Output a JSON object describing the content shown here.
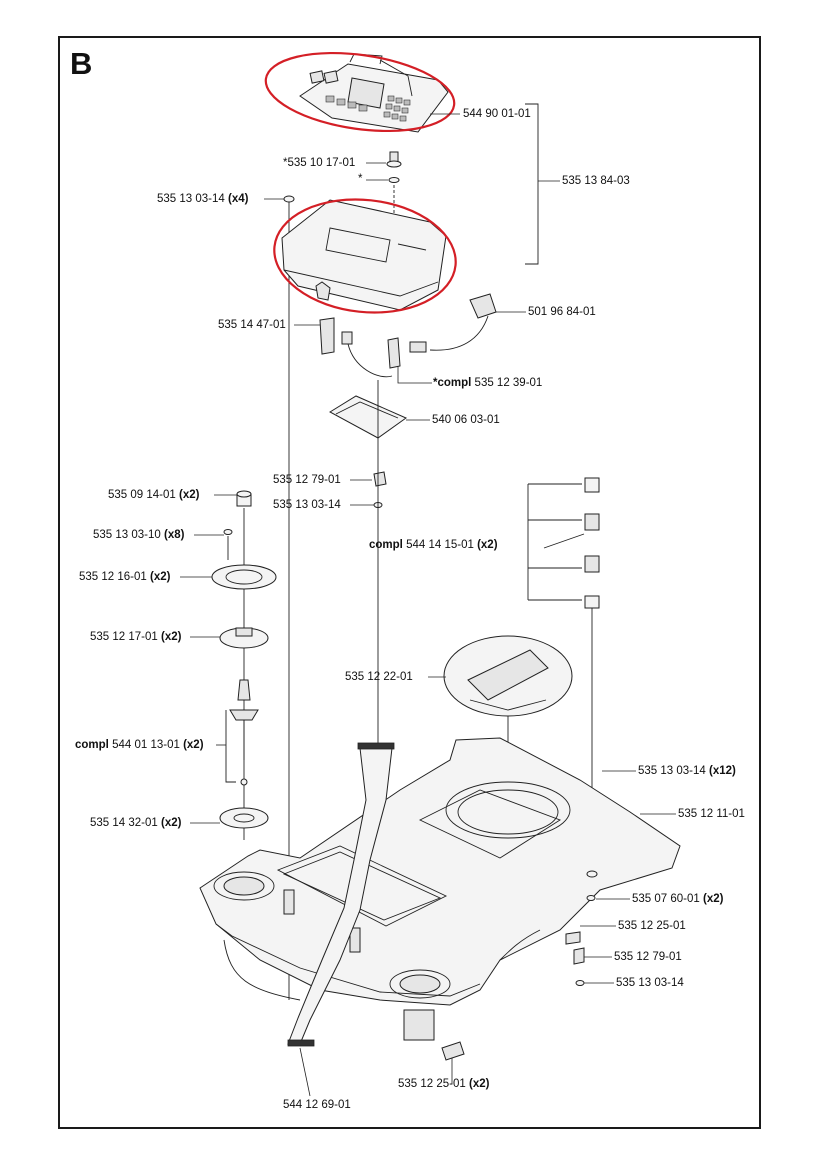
{
  "section_letter": "B",
  "colors": {
    "highlight": "#d41f26",
    "line": "#222222"
  },
  "parts": [
    {
      "id": "p1",
      "number": "544 90 01-01",
      "qty": ""
    },
    {
      "id": "p2",
      "number": "*535 10 17-01",
      "qty": ""
    },
    {
      "id": "p3",
      "number": "*",
      "qty": ""
    },
    {
      "id": "p4",
      "number": "535 13 84-03",
      "qty": ""
    },
    {
      "id": "p5",
      "number": "535 13 03-14",
      "qty": "(x4)"
    },
    {
      "id": "p6",
      "number": "501 96 84-01",
      "qty": ""
    },
    {
      "id": "p7",
      "number": "535 14 47-01",
      "qty": ""
    },
    {
      "id": "p8",
      "prefix": "*compl",
      "number": "535 12 39-01",
      "qty": ""
    },
    {
      "id": "p9",
      "number": "540 06 03-01",
      "qty": ""
    },
    {
      "id": "p10",
      "number": "535 12 79-01",
      "qty": ""
    },
    {
      "id": "p11",
      "number": "535 13 03-14",
      "qty": ""
    },
    {
      "id": "p12",
      "number": "535 09 14-01",
      "qty": "(x2)"
    },
    {
      "id": "p13",
      "number": "535 13 03-10",
      "qty": "(x8)"
    },
    {
      "id": "p14",
      "prefix": "compl",
      "number": "544 14 15-01",
      "qty": "(x2)"
    },
    {
      "id": "p15",
      "number": "535 12 16-01",
      "qty": "(x2)"
    },
    {
      "id": "p16",
      "number": "535 12 17-01",
      "qty": "(x2)"
    },
    {
      "id": "p17",
      "number": "535 12 22-01",
      "qty": ""
    },
    {
      "id": "p18",
      "prefix": "compl",
      "number": "544 01 13-01",
      "qty": "(x2)"
    },
    {
      "id": "p19",
      "number": "535 13 03-14",
      "qty": "(x12)"
    },
    {
      "id": "p20",
      "number": "535 14 32-01",
      "qty": "(x2)"
    },
    {
      "id": "p21",
      "number": "535 12 11-01",
      "qty": ""
    },
    {
      "id": "p22",
      "number": "535 07 60-01",
      "qty": "(x2)"
    },
    {
      "id": "p23",
      "number": "535 12 25-01",
      "qty": ""
    },
    {
      "id": "p24",
      "number": "535 12 79-01",
      "qty": ""
    },
    {
      "id": "p25",
      "number": "535 13 03-14",
      "qty": ""
    },
    {
      "id": "p26",
      "number": "535 12 25-01",
      "qty": "(x2)"
    },
    {
      "id": "p27",
      "number": "544 12 69-01",
      "qty": ""
    }
  ]
}
